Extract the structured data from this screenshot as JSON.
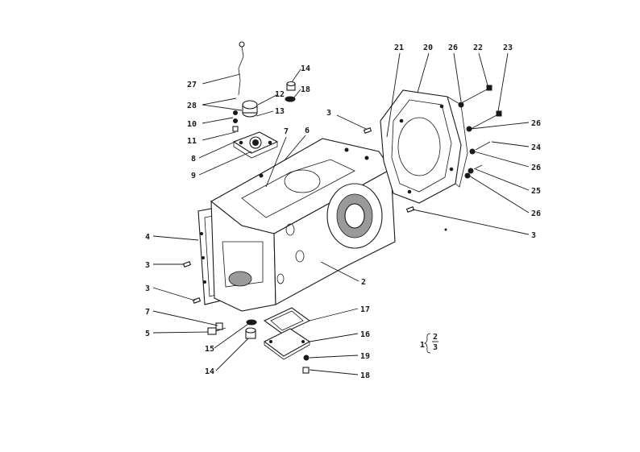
{
  "callouts": [
    {
      "id": "c27",
      "label": "27"
    },
    {
      "id": "c14a",
      "label": "14"
    },
    {
      "id": "c12",
      "label": "12"
    },
    {
      "id": "c18a",
      "label": "18"
    },
    {
      "id": "c28",
      "label": "28"
    },
    {
      "id": "c13",
      "label": "13"
    },
    {
      "id": "c10",
      "label": "10"
    },
    {
      "id": "c11",
      "label": "11"
    },
    {
      "id": "c8",
      "label": "8"
    },
    {
      "id": "c9",
      "label": "9"
    },
    {
      "id": "c7a",
      "label": "7"
    },
    {
      "id": "c6",
      "label": "6"
    },
    {
      "id": "c3a",
      "label": "3"
    },
    {
      "id": "c21",
      "label": "21"
    },
    {
      "id": "c20",
      "label": "20"
    },
    {
      "id": "c26a",
      "label": "26"
    },
    {
      "id": "c22",
      "label": "22"
    },
    {
      "id": "c23",
      "label": "23"
    },
    {
      "id": "c26b",
      "label": "26"
    },
    {
      "id": "c24",
      "label": "24"
    },
    {
      "id": "c26c",
      "label": "26"
    },
    {
      "id": "c25",
      "label": "25"
    },
    {
      "id": "c26d",
      "label": "26"
    },
    {
      "id": "c3b",
      "label": "3"
    },
    {
      "id": "c4",
      "label": "4"
    },
    {
      "id": "c3c",
      "label": "3"
    },
    {
      "id": "c3d",
      "label": "3"
    },
    {
      "id": "c2",
      "label": "2"
    },
    {
      "id": "c7b",
      "label": "7"
    },
    {
      "id": "c5",
      "label": "5"
    },
    {
      "id": "c15",
      "label": "15"
    },
    {
      "id": "c14b",
      "label": "14"
    },
    {
      "id": "c17",
      "label": "17"
    },
    {
      "id": "c16",
      "label": "16"
    },
    {
      "id": "c19",
      "label": "19"
    },
    {
      "id": "c18b",
      "label": "18"
    }
  ],
  "group_note": {
    "main": "1",
    "items": [
      "2",
      "3"
    ]
  }
}
